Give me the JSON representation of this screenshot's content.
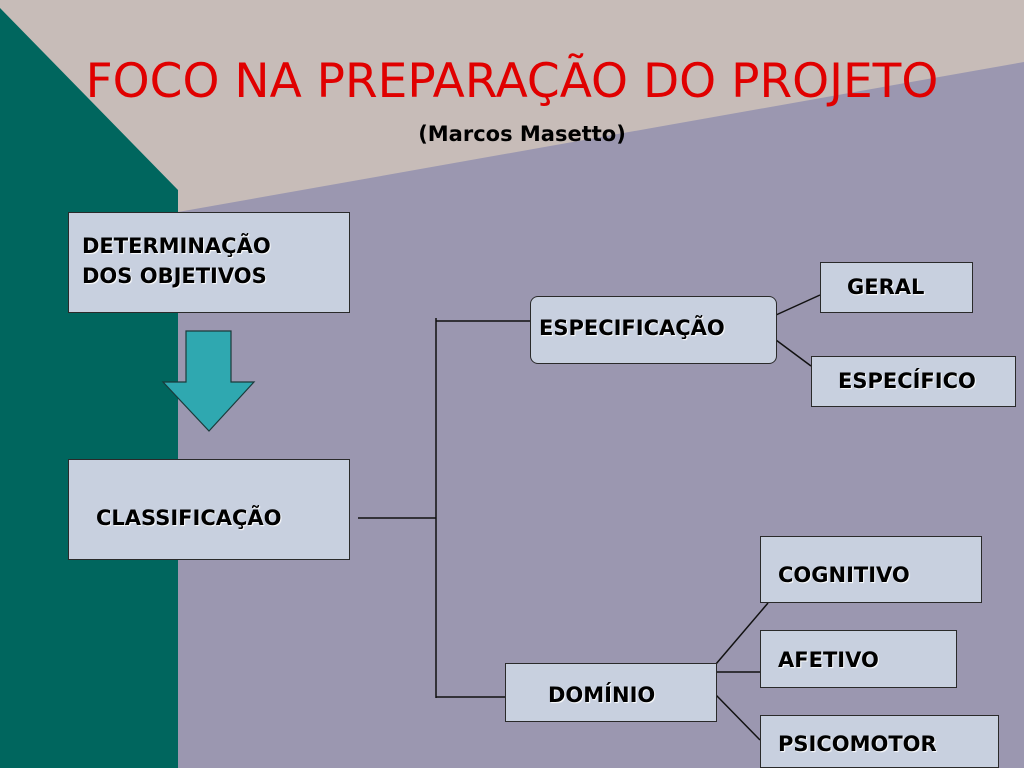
{
  "title": "FOCO NA PREPARAÇÃO DO PROJETO",
  "subtitle": "(Marcos Masetto)",
  "boxes": {
    "determinacao_line1": "DETERMINAÇÃO",
    "determinacao_line2": "DOS  OBJETIVOS",
    "classificacao": "CLASSIFICAÇÃO",
    "especificacao": "ESPECIFICAÇÃO",
    "geral": "GERAL",
    "especifico": "ESPECÍFICO",
    "dominio": "DOMÍNIO",
    "cognitivo": "COGNITIVO",
    "afetivo": "AFETIVO",
    "psicomotor": "PSICOMOTOR"
  },
  "colors": {
    "title": "#e00000",
    "teal": "#00665e",
    "beige": "#c7bcb8",
    "lavender": "#9b97b0",
    "box_fill": "#c8d0df",
    "arrow_fill": "#2fa8b0"
  }
}
